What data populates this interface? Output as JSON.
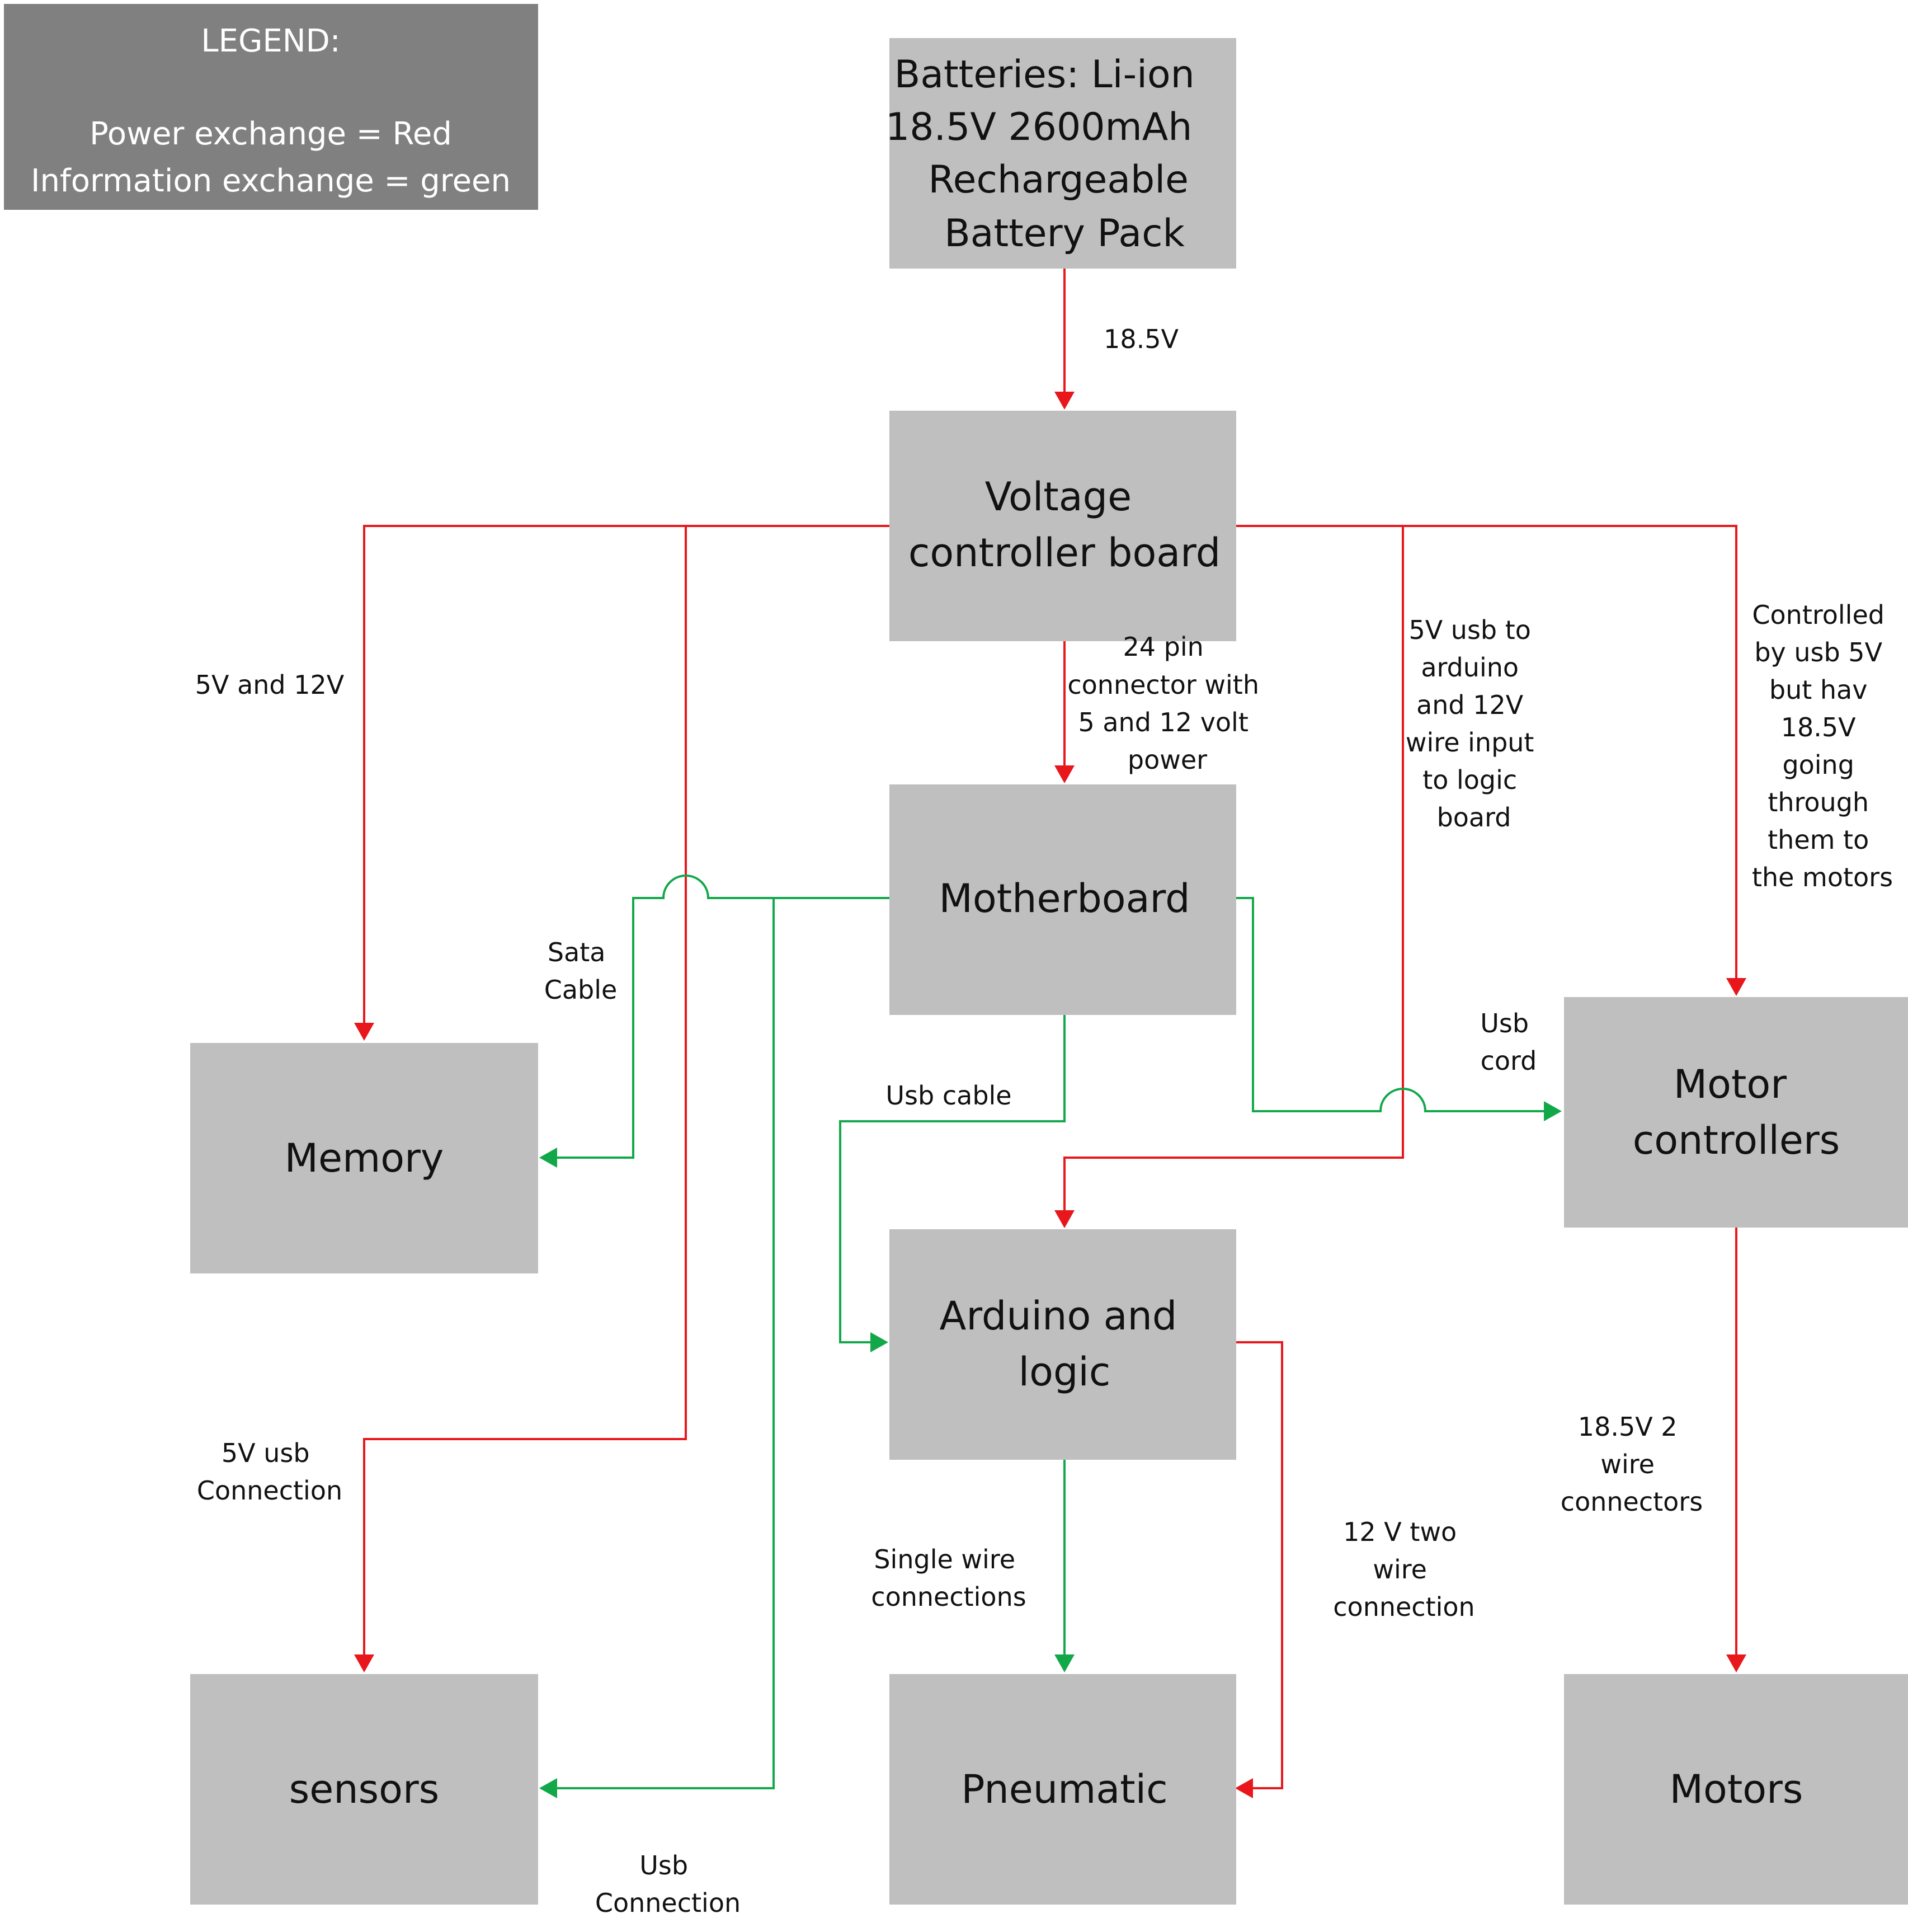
{
  "legend": {
    "title": "LEGEND:",
    "line1": "Power exchange = Red",
    "line2": "Information exchange = green"
  },
  "colors": {
    "power": "#e8171c",
    "information": "#12a84a",
    "box_fill": "#bfbfbf",
    "legend_fill": "#808080"
  },
  "boxes": {
    "batteries": [
      "Batteries: Li-ion",
      "18.5V 2600mAh",
      "Rechargeable",
      "Battery Pack"
    ],
    "voltage_board": [
      "Voltage",
      "controller board"
    ],
    "motherboard": [
      "Motherboard"
    ],
    "memory": [
      "Memory"
    ],
    "motor_controllers": [
      "Motor",
      "controllers"
    ],
    "arduino": [
      "Arduino and",
      "logic"
    ],
    "sensors": [
      "sensors"
    ],
    "pneumatic": [
      "Pneumatic"
    ],
    "motors": [
      "Motors"
    ]
  },
  "labels": {
    "battery_to_board": [
      "18.5V"
    ],
    "to_memory": [
      "5V and 12V"
    ],
    "pin_connector": [
      "24 pin",
      "connector with",
      "5 and 12 volt",
      "power"
    ],
    "usb_to_arduino": [
      "5V usb to",
      "arduino",
      "and 12V",
      "wire input",
      "to logic",
      "board"
    ],
    "controlled_by_usb": [
      "Controlled",
      "by usb 5V",
      "but hav",
      "18.5V",
      "going",
      "through",
      "them to",
      "the motors"
    ],
    "sata": [
      "Sata",
      "Cable"
    ],
    "usb_cord": [
      "Usb",
      "cord"
    ],
    "usb_cable": [
      "Usb cable"
    ],
    "usb_5v_connection": [
      "5V usb",
      "Connection"
    ],
    "single_wire": [
      "Single wire",
      "connections"
    ],
    "twelve_v": [
      "12 V two",
      "wire",
      "connection"
    ],
    "motor_wires": [
      "18.5V 2",
      "wire",
      "connectors"
    ],
    "usb_connection": [
      "Usb",
      "Connection"
    ]
  }
}
